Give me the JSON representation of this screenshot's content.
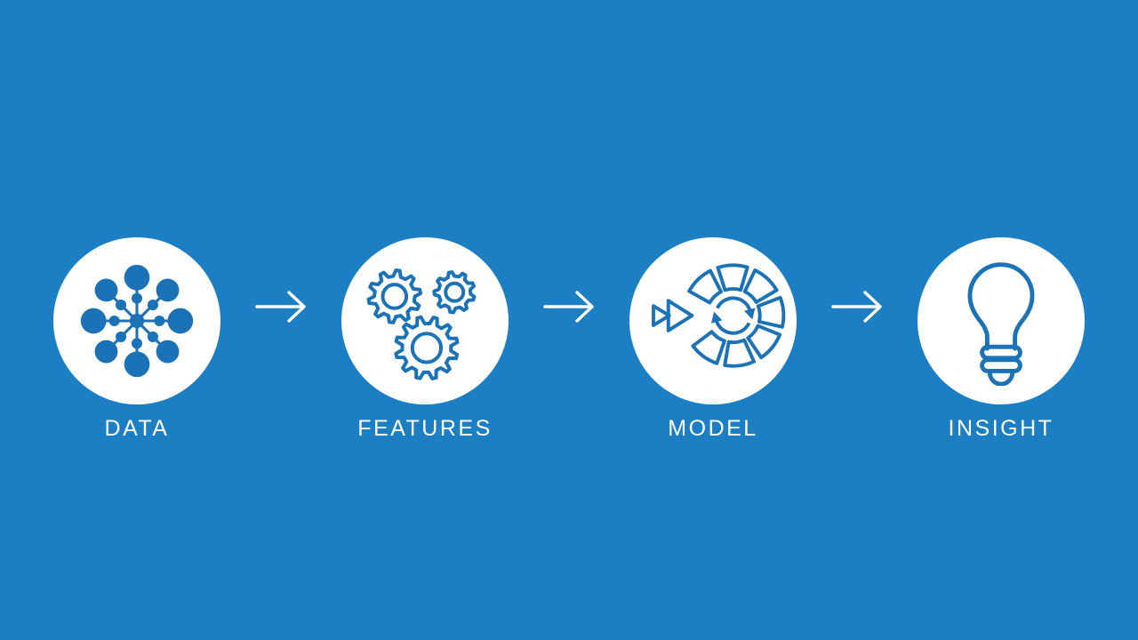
{
  "diagram": {
    "stages": [
      {
        "label": "DATA",
        "icon": "data-network-icon"
      },
      {
        "label": "FEATURES",
        "icon": "gears-icon"
      },
      {
        "label": "MODEL",
        "icon": "model-iteration-icon"
      },
      {
        "label": "INSIGHT",
        "icon": "lightbulb-icon"
      }
    ],
    "connector": {
      "icon": "arrow-right-icon",
      "direction": "right"
    },
    "colors": {
      "background": "#1C7EC3",
      "icon_blue": "#1B72B6",
      "circle_fill": "#FFFFFF",
      "label_text": "#FFFFFF",
      "arrow": "#FFFFFF"
    }
  }
}
